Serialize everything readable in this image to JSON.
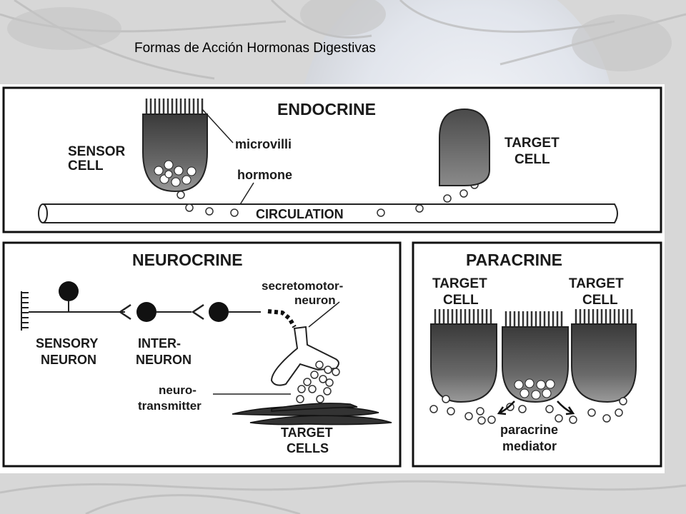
{
  "slide": {
    "title": "Formas de Acción Hormonas Digestivas"
  },
  "endocrine": {
    "heading": "ENDOCRINE",
    "sensor_cell": [
      "SENSOR",
      "CELL"
    ],
    "microvilli": "microvilli",
    "hormone": "hormone",
    "circulation": "CIRCULATION",
    "target_cell": [
      "TARGET",
      "CELL"
    ]
  },
  "neurocrine": {
    "heading": "NEUROCRINE",
    "sensory_neuron": [
      "SENSORY",
      "NEURON"
    ],
    "interneuron": [
      "INTER-",
      "NEURON"
    ],
    "secretomotor": [
      "secretomotor-",
      "neuron"
    ],
    "neurotransmitter": [
      "neuro-",
      "transmitter"
    ],
    "target_cells": [
      "TARGET",
      "CELLS"
    ]
  },
  "paracrine": {
    "heading": "PARACRINE",
    "target_cell_left": [
      "TARGET",
      "CELL"
    ],
    "target_cell_right": [
      "TARGET",
      "CELL"
    ],
    "mediator": [
      "paracrine",
      "mediator"
    ]
  }
}
